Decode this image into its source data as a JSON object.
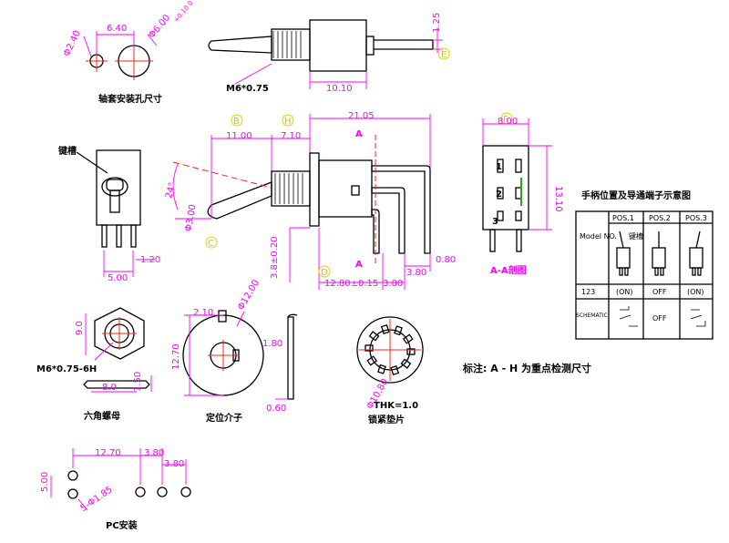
{
  "shaft_hole": {
    "label": "轴套安装孔尺寸",
    "dims": {
      "d1": "Φ2.40",
      "d2": "6.40",
      "d3": "Φ6.00"
    },
    "tol": "+0.10 0"
  },
  "side_view": {
    "thread": "M6*0.75",
    "dim_a": "10.10",
    "dim_b": "1.25",
    "mark": "E"
  },
  "keyway": {
    "label": "键槽",
    "dims": {
      "w": "5.00",
      "h": "1.20"
    }
  },
  "main_view": {
    "marks": {
      "a": "B",
      "b": "H",
      "c": "C",
      "d": "D",
      "e": "F",
      "f": "G"
    },
    "dims": {
      "total": "21.05",
      "lever_len": "11.00",
      "lever_b": "7.10",
      "angle": "24°",
      "lever_dia": "Φ3.00",
      "pin_h": "3.80±0.20",
      "offset": "3.8±0.20",
      "pin_spacing": "12.80±0.15",
      "pin_a": "3.80",
      "pin_b": "3.80",
      "pin_w": "0.80"
    },
    "section_mark": "A"
  },
  "front_view": {
    "mark": "A",
    "w": "8.00",
    "h": "13.10",
    "pins": [
      "1",
      "2",
      "3"
    ],
    "section_label": "A-A剖图"
  },
  "hex_nut": {
    "label": "六角螺母",
    "thread": "M6*0.75-6H",
    "dims": {
      "w": "9.0",
      "t": "8.0",
      "h": "1.50"
    }
  },
  "locator": {
    "label": "定位介子",
    "dims": {
      "tab": "2.10",
      "dia": "Φ12.00",
      "h": "12.70",
      "thk": "1.80",
      "t2": "0.60"
    }
  },
  "lockwasher": {
    "label": "锁紧垫片",
    "dia": "Φ10.80",
    "thk": "THK=1.0"
  },
  "table": {
    "title": "手柄位置及导通端子示意图",
    "headers": [
      "Model NO.",
      "POS.1",
      "POS.2",
      "POS.3"
    ],
    "lever_note": "键槽",
    "row_123": [
      "123",
      "(ON)",
      "OFF",
      "(ON)"
    ],
    "schematic_label": "SCHEMATIC",
    "schematic_pos2": "OFF"
  },
  "note": "标注: A - H 为重点检测尺寸",
  "pc_mount": {
    "label": "PC安装",
    "dims": {
      "a": "12.70",
      "b": "3.80",
      "c": "3.80",
      "d": "5.00",
      "holes": "5-Φ1.85"
    }
  }
}
